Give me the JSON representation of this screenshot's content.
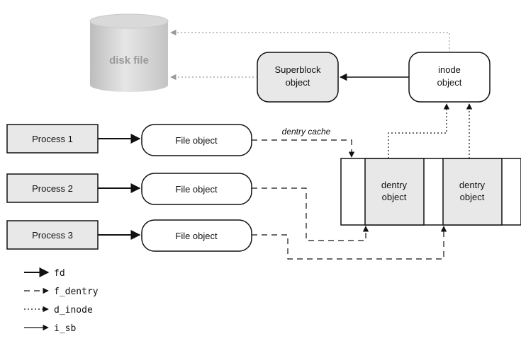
{
  "diagram": {
    "disk": {
      "label": "disk file"
    },
    "superblock": {
      "line1": "Superblock",
      "line2": "object"
    },
    "inode": {
      "line1": "inode",
      "line2": "object"
    },
    "processes": [
      {
        "label": "Process 1"
      },
      {
        "label": "Process 2"
      },
      {
        "label": "Process 3"
      }
    ],
    "file_objects": [
      {
        "label": "File object"
      },
      {
        "label": "File object"
      },
      {
        "label": "File object"
      }
    ],
    "dentry_cache": {
      "label": "dentry cache",
      "entries": [
        {
          "line1": "dentry",
          "line2": "object"
        },
        {
          "line1": "dentry",
          "line2": "object"
        }
      ]
    },
    "legend": [
      {
        "style": "solid",
        "label": "fd"
      },
      {
        "style": "dashed",
        "label": "f_dentry"
      },
      {
        "style": "dotted",
        "label": "d_inode"
      },
      {
        "style": "solid-thin",
        "label": "i_sb"
      }
    ]
  },
  "colors": {
    "box_fill": "#e8e8e8",
    "stroke": "#111111",
    "disk_fill": "#cccccc",
    "disk_dotted": "#9a9a9a"
  }
}
